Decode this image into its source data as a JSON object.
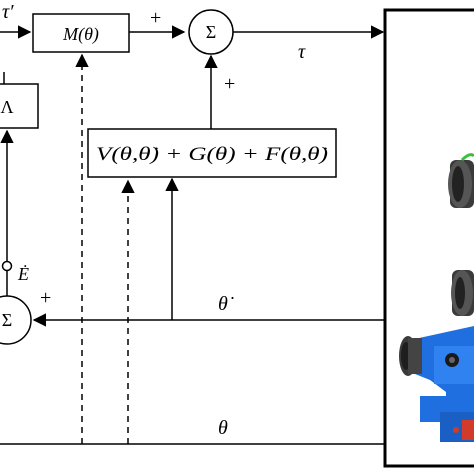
{
  "diagram": {
    "nodes": {
      "mass_matrix": "M(θ)",
      "summing_junction_top": "Σ",
      "summing_junction_bottom": "Σ",
      "gain_block": "Λ",
      "nonlinear_terms": "V(θ,θ̇) + G(θ) + F(θ,θ̇)"
    },
    "signals": {
      "tau_prime": "τ′",
      "tau": "τ",
      "theta_dot": "θ̇",
      "theta": "θ",
      "error_dot": "Ė"
    },
    "signs": {
      "top_sum_left": "+",
      "top_sum_bottom": "+",
      "bottom_sum_right": "+"
    },
    "robot_image": {
      "description_icon": "robot-arm-icon",
      "colors": {
        "body": "#1f6fe0",
        "joint_dark": "#3a3a3a",
        "accent_green": "#3cc03c",
        "accent_red": "#d23a2a"
      }
    }
  }
}
